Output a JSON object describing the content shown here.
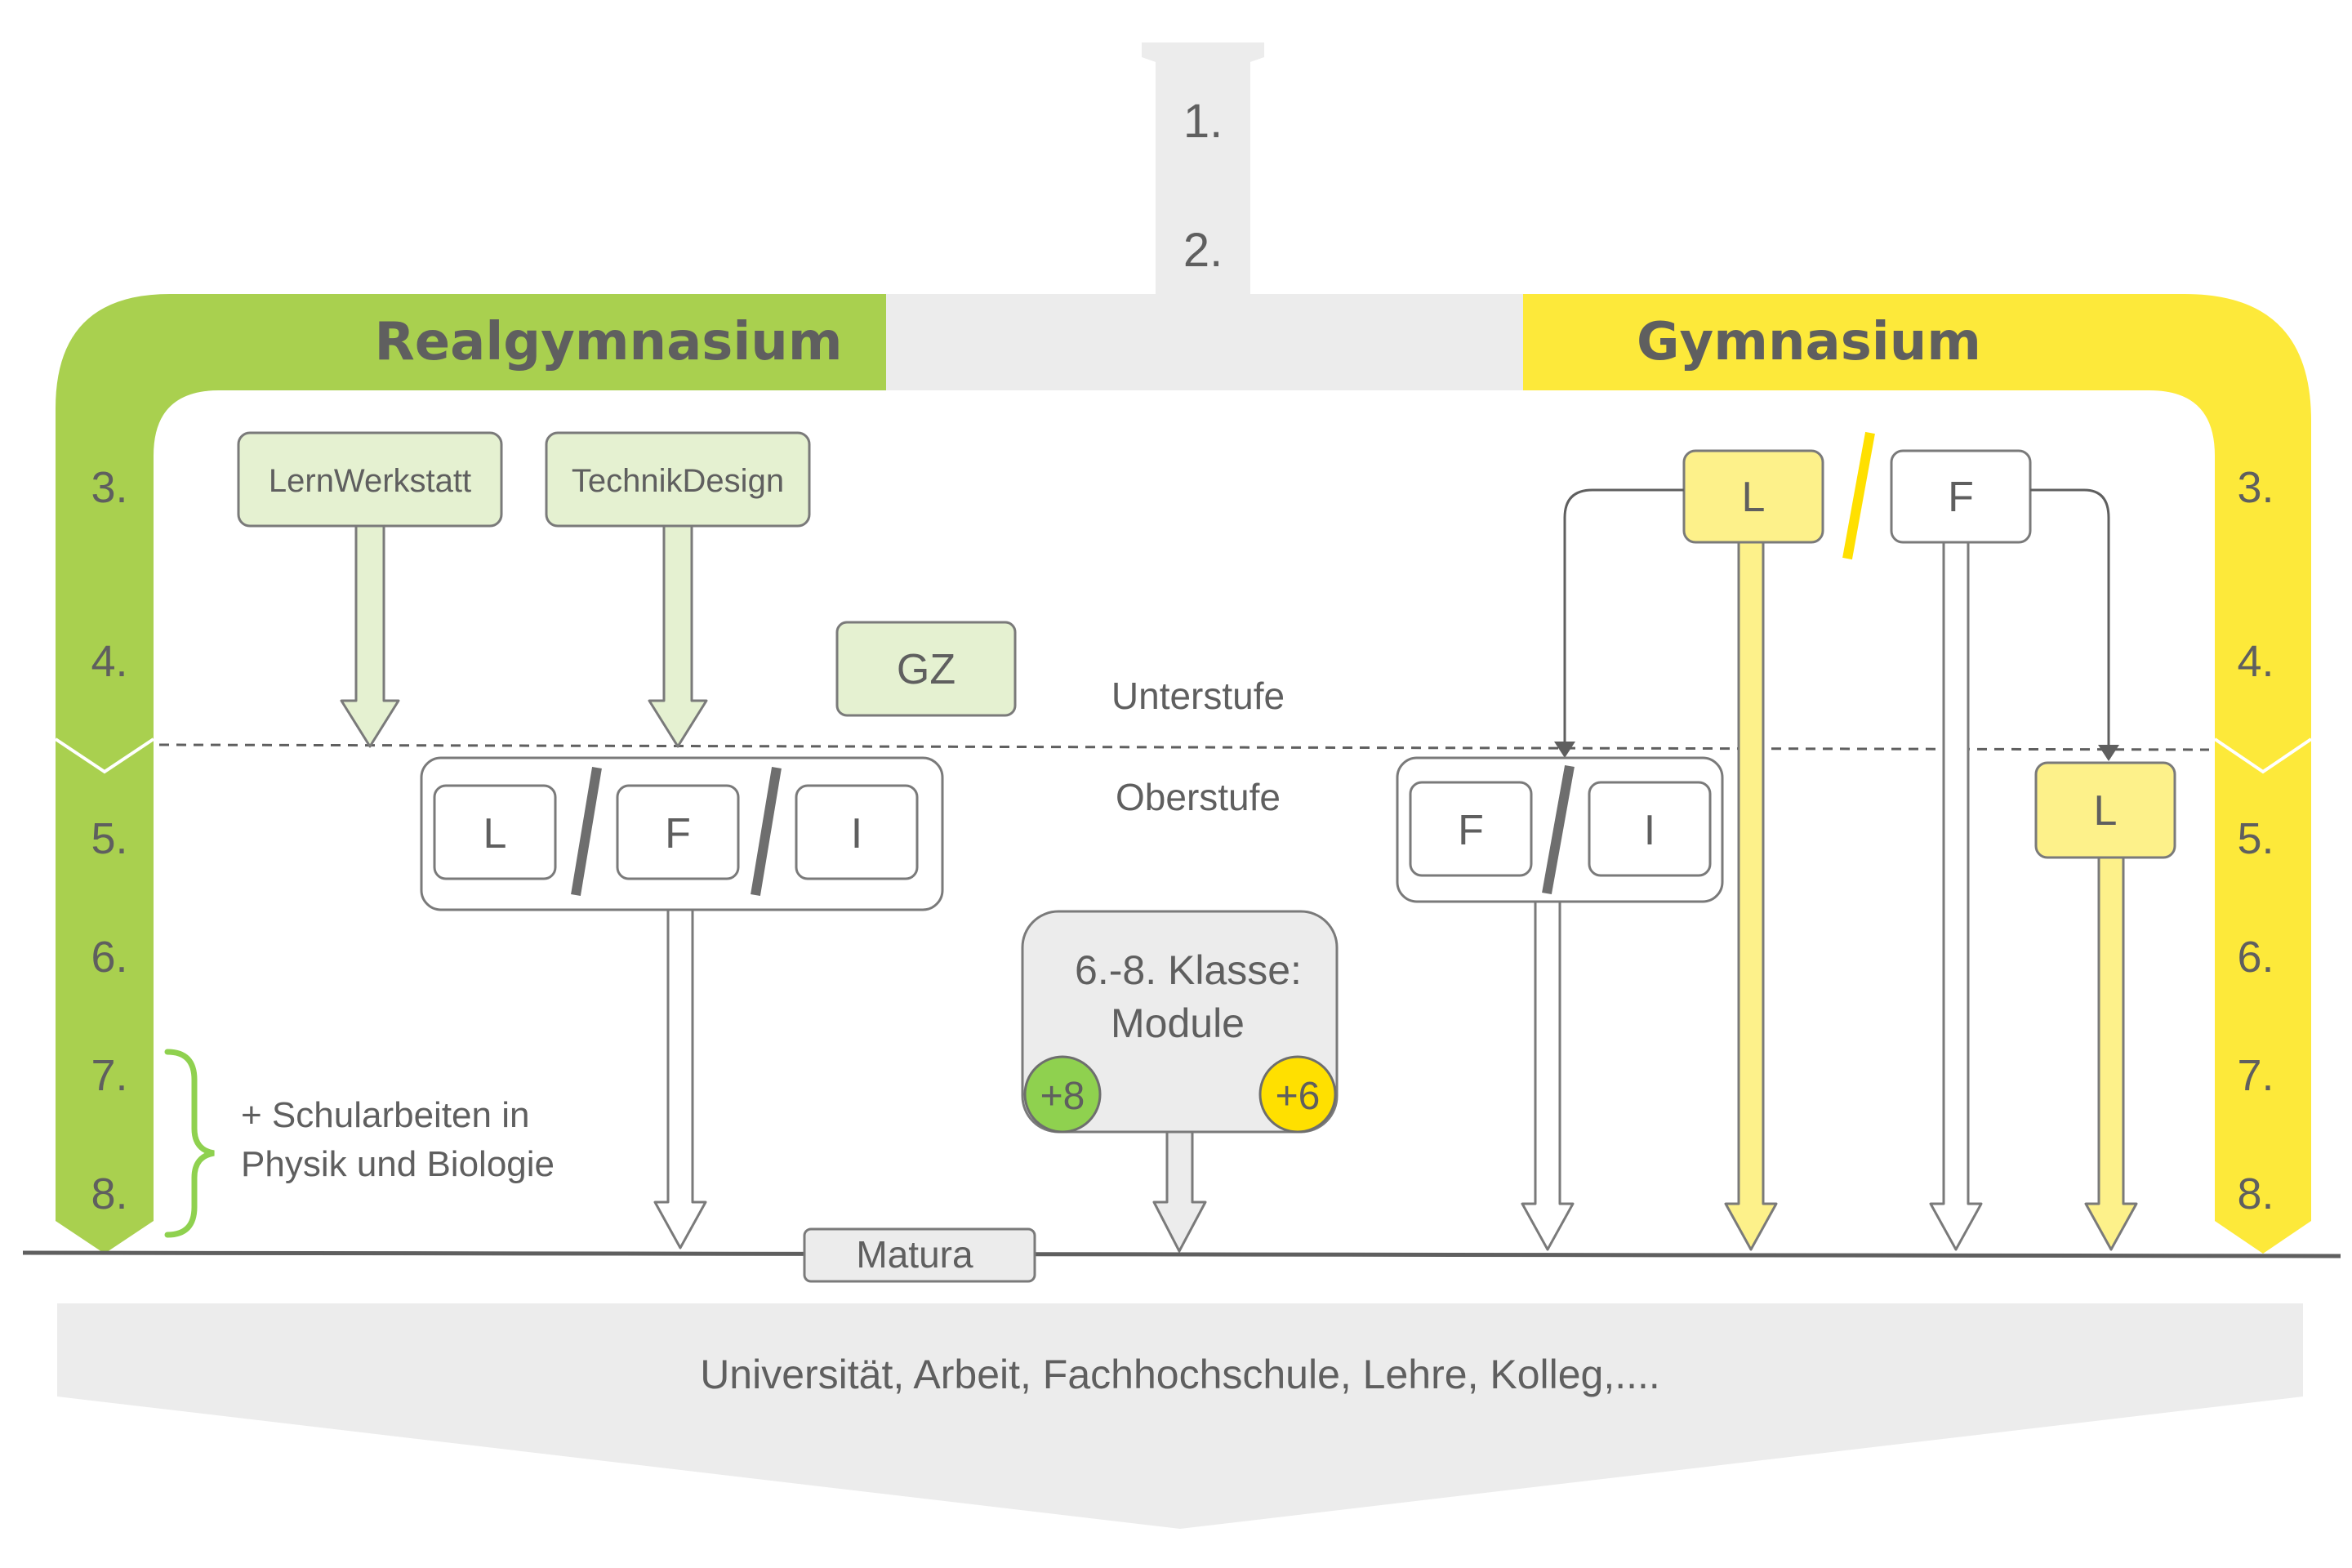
{
  "grades_top": [
    "1.",
    "2."
  ],
  "grades_left": [
    "3.",
    "4.",
    "5.",
    "6.",
    "7.",
    "8."
  ],
  "grades_right": [
    "3.",
    "4.",
    "5.",
    "6.",
    "7.",
    "8."
  ],
  "realgym": {
    "title": "Realgymnasium"
  },
  "gym": {
    "title": "Gymnasium"
  },
  "boxes": {
    "lernwerkstatt": "LernWerkstatt",
    "technikdesign": "TechnikDesign",
    "gz": "GZ",
    "unterstufe": "Unterstufe",
    "oberstufe": "Oberstufe",
    "rg_lang_options": [
      "L",
      "F",
      "I"
    ],
    "gym_lang_top": [
      "L",
      "F"
    ],
    "gym_lang_mid": [
      "F",
      "I"
    ],
    "gym_lang_right": "L"
  },
  "modules": {
    "line1": "6.-8. Klasse:",
    "line2": "Module",
    "green_badge": "+8",
    "yellow_badge": "+6"
  },
  "note": {
    "line1": "+ Schularbeiten in",
    "line2": "Physik und Biologie"
  },
  "matura": "Matura",
  "outcomes": "Universität, Arbeit, Fachhochschule, Lehre, Kolleg,....",
  "colors": {
    "green": "#a9d04f",
    "yellow": "#fde93a",
    "grey": "#ececec",
    "light_green": "#e5f1d1",
    "light_yellow": "#fdf18a",
    "text": "#5f5f5f"
  }
}
